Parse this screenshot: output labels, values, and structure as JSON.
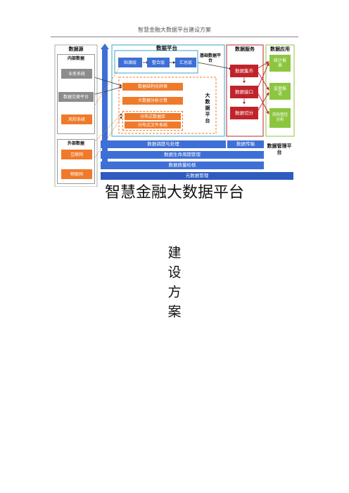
{
  "header": {
    "text": "智慧金融大数据平台建设方案"
  },
  "diagram": {
    "source": {
      "title": "数据源",
      "internal_title": "内部数据",
      "internal_items": [
        "业务系统",
        "数据交换平台",
        "风险系统"
      ],
      "external_title": "外部数据",
      "external_items": [
        "互联网",
        "物联网"
      ]
    },
    "platform": {
      "title": "数据平台",
      "layers": [
        "贴源层",
        "整合层",
        "汇总层"
      ],
      "base_label": "基础数据平台",
      "structure_convert": "数据结构化转换",
      "big_data_compute": "大数据分析计算",
      "distributed_db": "分布式数据库",
      "distributed_fs": "分布式文件系统",
      "big_label": "大数据平台"
    },
    "services": {
      "title": "数据服务",
      "items": [
        "数据集市",
        "数据接口",
        "数据切分"
      ]
    },
    "apps": {
      "title": "数据应用",
      "items": [
        "统计报表",
        "监管报送",
        "风险管控分析"
      ]
    },
    "management": {
      "bars": [
        "数据调度与处理",
        "数据传输",
        "数据生命周期管理",
        "数据质量检核",
        "元数据管理"
      ],
      "label": "数据管理平台"
    },
    "colors": {
      "blue": "#3e6fd6",
      "dark_blue": "#2f5bc0",
      "orange": "#f07a2a",
      "red": "#c0242a",
      "green": "#8cc63f",
      "gray": "#8c8c8c",
      "teal": "#3aa5c8"
    }
  },
  "title": {
    "main": "智慧金融大数据平台",
    "sub": [
      "建",
      "设",
      "方",
      "案"
    ]
  }
}
